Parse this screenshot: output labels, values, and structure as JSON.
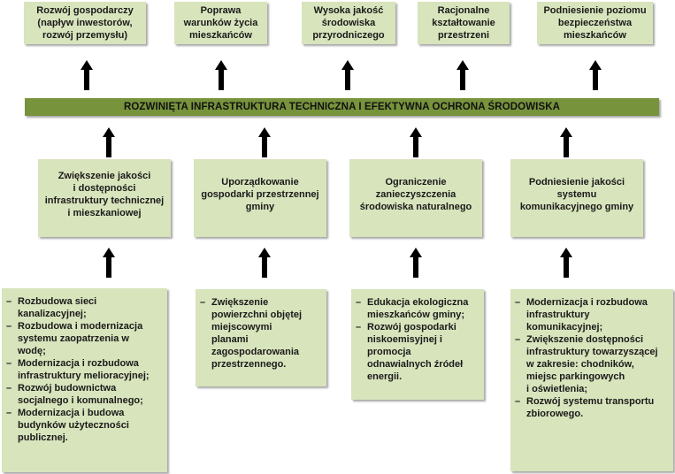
{
  "top_boxes": [
    {
      "text": "Rozwój gospodarczy\n(napływ inwestorów,\nrozwój przemysłu)"
    },
    {
      "text": "Poprawa\nwarunków życia\nmieszkańców"
    },
    {
      "text": "Wysoka jakość\nśrodowiska\nprzyrodniczego"
    },
    {
      "text": "Racjonalne\nkształtowanie\nprzestrzeni"
    },
    {
      "text": "Podniesienie poziomu\nbezpieczeństwa\nmieszkańców"
    }
  ],
  "banner": {
    "text": "ROZWINIĘTA INFRASTRUKTURA TECHNICZNA I EFEKTYWNA OCHRONA ŚRODOWISKA"
  },
  "goals": [
    {
      "text": "Zwiększenie jakości\ni dostępności\ninfrastruktury technicznej\ni mieszkaniowej"
    },
    {
      "text": "Uporządkowanie\ngospodarki przestrzennej\ngminy"
    },
    {
      "text": "Ograniczenie\nzanieczyszczenia\nśrodowiska naturalnego"
    },
    {
      "text": "Podniesienie jakości\nsystemu\nkomunikacyjnego  gminy"
    }
  ],
  "actions": [
    {
      "items": [
        "Rozbudowa sieci\nkanalizacyjnej;",
        "Rozbudowa i modernizacja\nsystemu zaopatrzenia  w\nwodę;",
        "Modernizacja i rozbudowa\ninfrastruktury melioracyjnej;",
        "Rozwój budownictwa\nsocjalnego  i komunalnego;",
        "Modernizacja i budowa\nbudynków użyteczności\npublicznej."
      ]
    },
    {
      "items": [
        "Zwiększenie\npowierzchni objętej\nmiejscowymi\nplanami\nzagospodarowania\nprzestrzennego."
      ]
    },
    {
      "items": [
        "Edukacja ekologiczna\nmieszkańców gminy;",
        "Rozwój gospodarki\nniskoemisyjnej  i\npromocja\nodnawialnych  źródeł\nenergii."
      ]
    },
    {
      "items": [
        "Modernizacja  i rozbudowa\ninfrastruktury\nkomunikacyjnej;",
        "Zwiększenie dostępności\ninfrastruktury towarzyszącej\nw zakresie:  chodników,\nmiejsc parkingowych\ni oświetlenia;",
        "Rozwój systemu transportu\nzbiorowego."
      ]
    }
  ],
  "colors": {
    "box_fill": "#d8e4bc",
    "banner_fill": "#77933c",
    "arrow": "#000000"
  }
}
